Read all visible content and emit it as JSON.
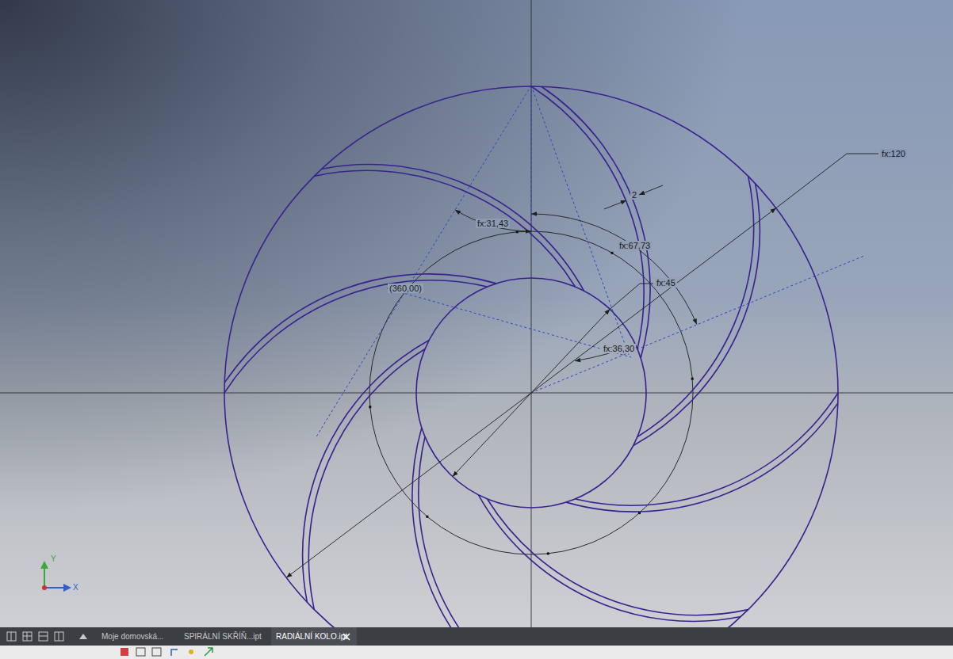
{
  "diagram": {
    "labels": [
      "fx:120",
      "2",
      "fx:31,43",
      "fx:67,73",
      "(360,00)",
      "fx:45",
      "fx:36,30",
      "Y",
      "X",
      "Moje domovská...",
      "SPIRÁLNÍ SKŘÍŇ...ipt",
      "RADIÁLNÍ KOLO.ipt"
    ]
  }
}
